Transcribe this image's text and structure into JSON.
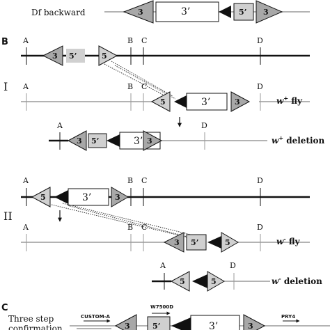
{
  "top": {
    "label": "Df backward"
  },
  "panels": {
    "b": "B",
    "c": "C"
  },
  "rows": {
    "i": "I",
    "ii": "II"
  },
  "positions": {
    "a": "A",
    "b": "B",
    "c": "C",
    "d": "D"
  },
  "element": {
    "three_prime": "3’",
    "five_prime": "5’",
    "three": "3",
    "five": "5"
  },
  "outcomes": {
    "fly_w": "w",
    "fly_sup": "+",
    "fly_rest": " fly",
    "deletion_w": "w",
    "deletion_sup": "+",
    "deletion_rest": " deletion",
    "fly2_w": "w",
    "fly2_sup": "-",
    "fly2_rest": " fly",
    "deletion2_w": "w",
    "deletion2_sup": "-",
    "deletion2_rest": " deletion"
  },
  "section_c": {
    "title_line1": "Three step",
    "title_line2": "confirmation",
    "primer_custom": "CUSTOM-A",
    "primer_w7500": "W7500D",
    "primer_pry4": "PRY4"
  },
  "colors": {
    "line_dark": "#111111",
    "line_light": "#9a9a9a",
    "box_grey": "#d0d0d0",
    "tri_grey": "#a8a8a8"
  }
}
